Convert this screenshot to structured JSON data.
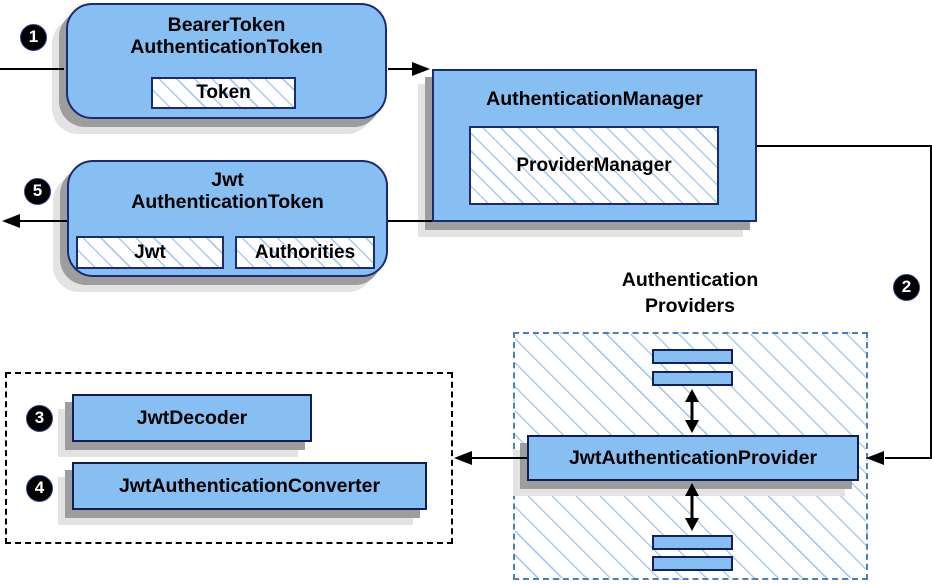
{
  "steps": {
    "s1": "1",
    "s2": "2",
    "s3": "3",
    "s4": "4",
    "s5": "5"
  },
  "nodes": {
    "bearer": {
      "line1": "BearerToken",
      "line2": "AuthenticationToken",
      "chip": "Token"
    },
    "manager": {
      "title": "AuthenticationManager",
      "chip": "ProviderManager"
    },
    "jwt": {
      "line1": "Jwt",
      "line2": "AuthenticationToken",
      "chip_jwt": "Jwt",
      "chip_authorities": "Authorities"
    },
    "providers": {
      "label_line1": "Authentication",
      "label_line2": "Providers",
      "provider": "JwtAuthenticationProvider"
    },
    "converters": {
      "decoder": "JwtDecoder",
      "converter": "JwtAuthenticationConverter"
    }
  },
  "colors": {
    "node_fill": "#88bff2",
    "node_border": "#1b2b73",
    "hatch_line": "#a9cbee",
    "frame_blue_dashed": "#4a7fbe",
    "frame_black_dashed": "#000000",
    "shadow_dark": "#9d9d9d",
    "shadow_light": "#e3e3e3",
    "arrow": "#000000",
    "badge_bg": "#000000",
    "badge_text": "#ffffff"
  }
}
